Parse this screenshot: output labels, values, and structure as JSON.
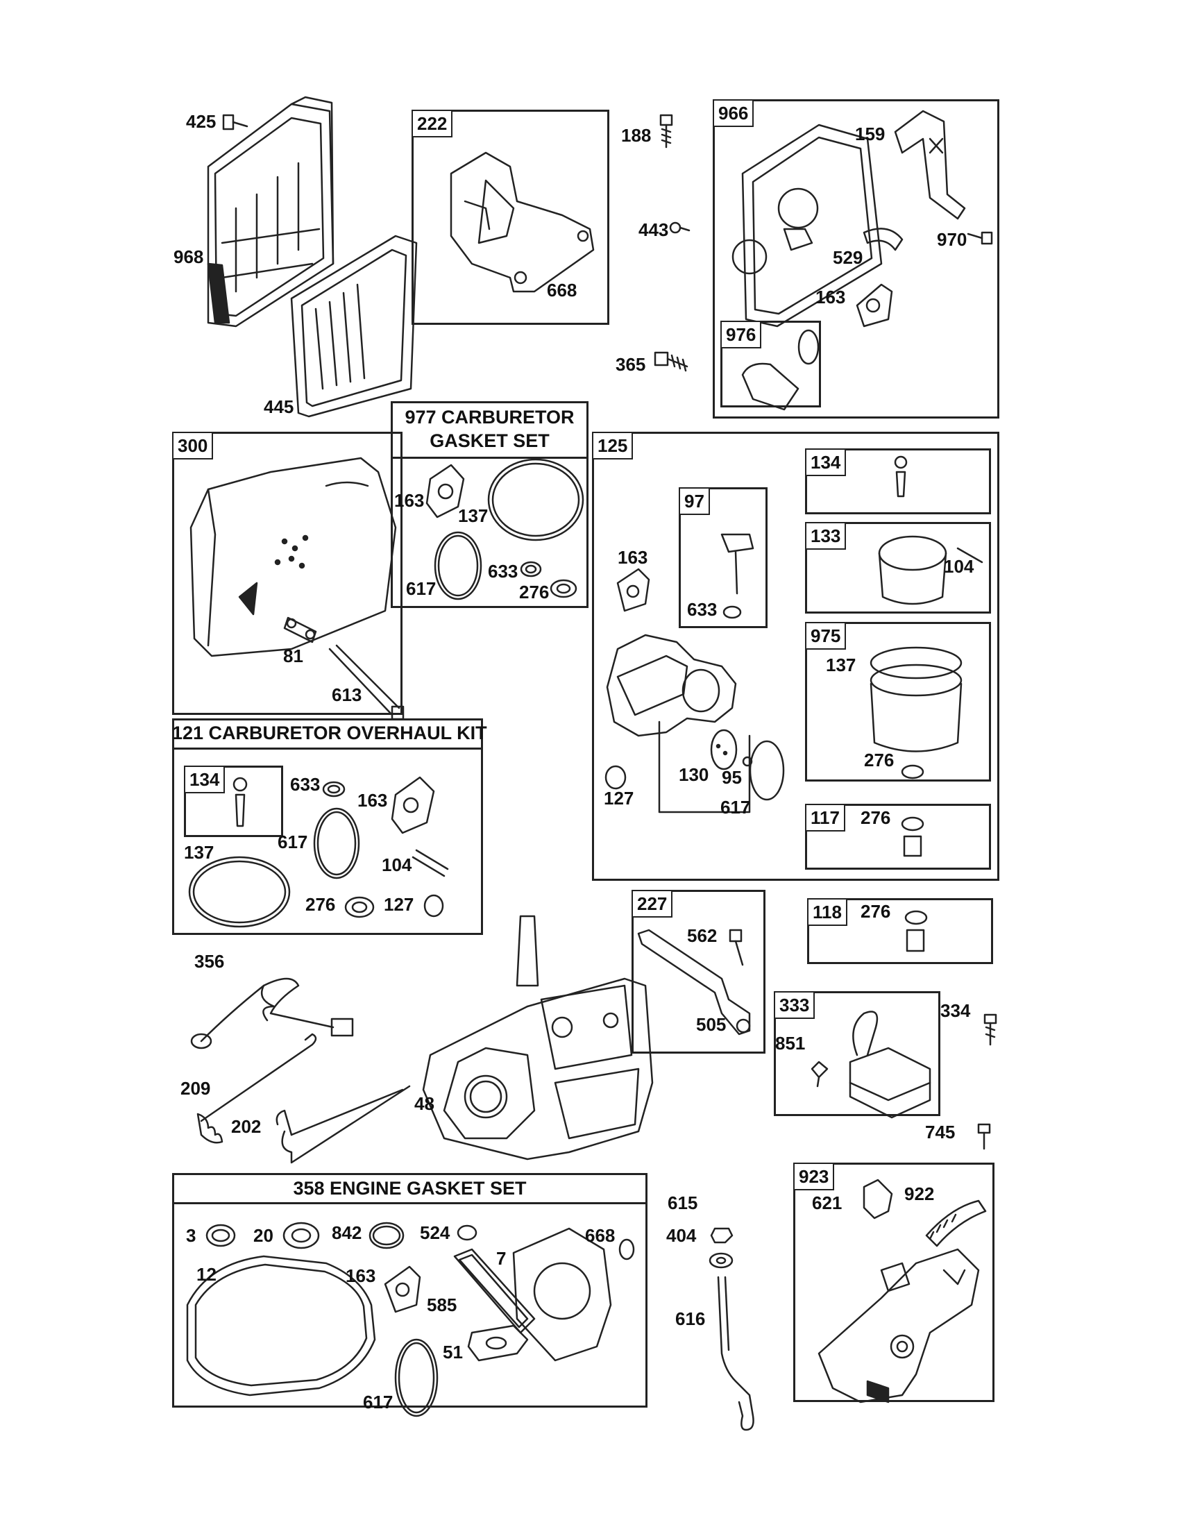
{
  "kits": {
    "k977": {
      "number": "977",
      "title_l1": "CARBURETOR",
      "title_l2": "GASKET SET"
    },
    "k121": {
      "title": "121 CARBURETOR OVERHAUL KIT"
    },
    "k358": {
      "title": "358 ENGINE GASKET SET"
    }
  },
  "groups": {
    "g222": "222",
    "g966": "966",
    "g976": "976",
    "g300": "300",
    "g125": "125",
    "g97": "97",
    "g134a": "134",
    "g133": "133",
    "g975": "975",
    "g117": "117",
    "g118": "118",
    "g134b": "134",
    "g227": "227",
    "g333": "333",
    "g923": "923"
  },
  "labels": {
    "p425": "425",
    "p968": "968",
    "p445": "445",
    "p668a": "668",
    "p188": "188",
    "p443": "443",
    "p365": "365",
    "p159": "159",
    "p970": "970",
    "p529": "529",
    "p163a": "163",
    "p163b": "163",
    "p137a": "137",
    "p617a": "617",
    "p633a": "633",
    "p276a": "276",
    "p81": "81",
    "p613": "613",
    "p163c": "163",
    "p633b": "633",
    "p104a": "104",
    "p137b": "137",
    "p276b": "276",
    "p127a": "127",
    "p130": "130",
    "p95": "95",
    "p617b": "617",
    "p276c": "276",
    "p633c": "633",
    "p163d": "163",
    "p617c": "617",
    "p137c": "137",
    "p104b": "104",
    "p276d": "276",
    "p127b": "127",
    "p276e": "276",
    "p356": "356",
    "p209": "209",
    "p202": "202",
    "p48": "48",
    "p562": "562",
    "p505": "505",
    "p334": "334",
    "p851": "851",
    "p745": "745",
    "p3": "3",
    "p20": "20",
    "p842": "842",
    "p524": "524",
    "p7": "7",
    "p668b": "668",
    "p12": "12",
    "p163e": "163",
    "p585": "585",
    "p51": "51",
    "p617d": "617",
    "p615": "615",
    "p404": "404",
    "p616": "616",
    "p621": "621",
    "p922": "922"
  }
}
